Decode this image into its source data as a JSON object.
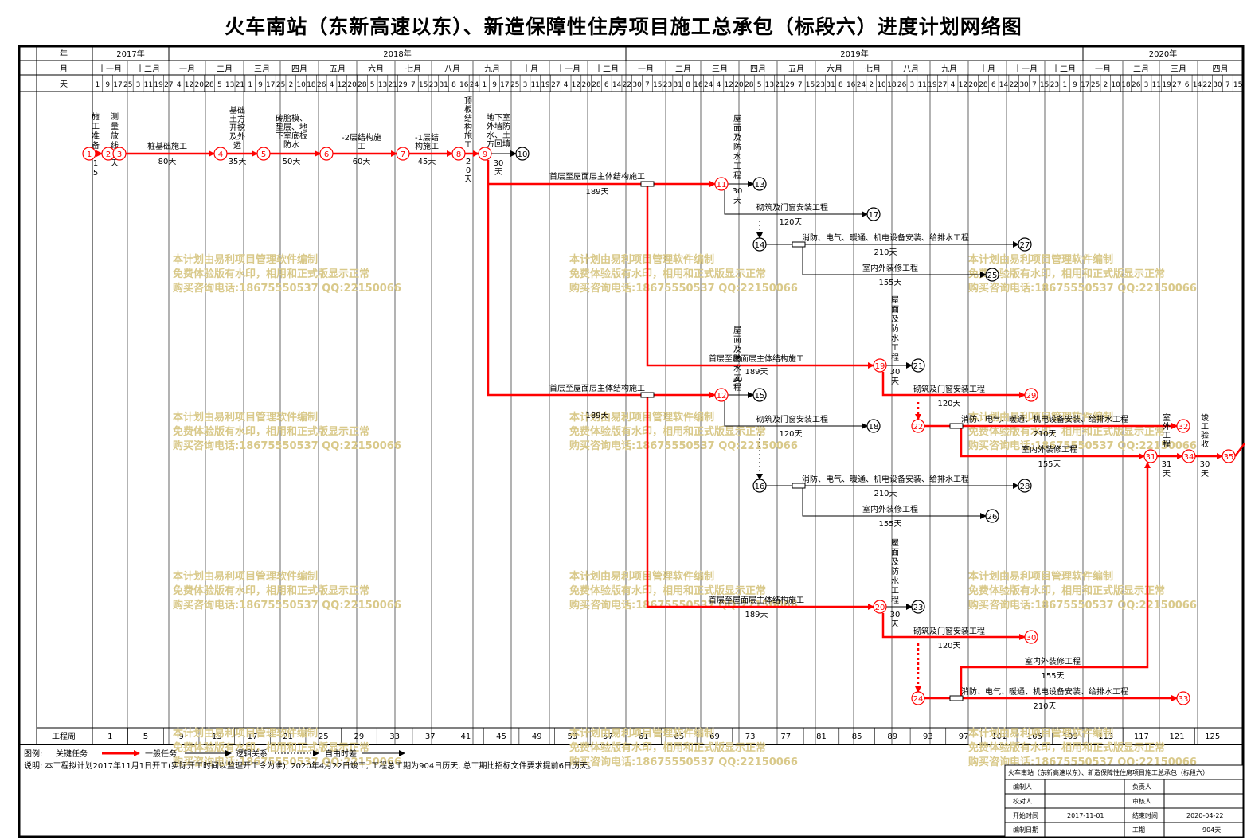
{
  "title": "火车南站（东新高速以东）、新造保障性住房项目施工总承包（标段六）进度计划网络图",
  "header": {
    "row_labels": {
      "year": "年",
      "month": "月",
      "day": "天"
    },
    "years": [
      {
        "label": "2017年",
        "start": 0,
        "end": 2
      },
      {
        "label": "2018年",
        "start": 2,
        "end": 14
      },
      {
        "label": "2019年",
        "start": 14,
        "end": 26
      },
      {
        "label": "2020年",
        "start": 26,
        "end": 30
      }
    ],
    "months": [
      "十一月",
      "十二月",
      "一月",
      "二月",
      "三月",
      "四月",
      "五月",
      "六月",
      "七月",
      "八月",
      "九月",
      "十月",
      "十一月",
      "十二月",
      "一月",
      "二月",
      "三月",
      "四月",
      "五月",
      "六月",
      "七月",
      "八月",
      "九月",
      "十月",
      "十一月",
      "十二月",
      "一月",
      "二月",
      "三月",
      "四月"
    ],
    "days": [
      "1",
      "9",
      "17",
      "25",
      "3",
      "11",
      "19",
      "27",
      "4",
      "12",
      "20",
      "28",
      "5",
      "13",
      "21",
      "1",
      "9",
      "17",
      "25",
      "2",
      "10",
      "18",
      "26",
      "4",
      "12",
      "20",
      "28",
      "5",
      "13",
      "21",
      "29",
      "7",
      "15",
      "23",
      "31",
      "8",
      "16",
      "24",
      "1",
      "9",
      "17",
      "25",
      "3",
      "11",
      "19",
      "27",
      "4",
      "12",
      "20",
      "28",
      "6",
      "14",
      "22",
      "30",
      "7",
      "15",
      "23",
      "31",
      "8",
      "16",
      "24",
      "4",
      "12",
      "20",
      "28",
      "5",
      "13",
      "21",
      "29",
      "7",
      "15",
      "23",
      "31",
      "8",
      "16",
      "24",
      "2",
      "10",
      "18",
      "26",
      "3",
      "11",
      "19",
      "27",
      "4",
      "12",
      "20",
      "28",
      "6",
      "14",
      "22",
      "30",
      "7",
      "15",
      "23",
      "1",
      "9",
      "17",
      "25",
      "2",
      "10",
      "18",
      "26",
      "3",
      "11",
      "19",
      "27",
      "6",
      "14",
      "22",
      "30",
      "7",
      "15"
    ]
  },
  "footer": {
    "week_label": "工程周",
    "weeks": [
      "1",
      "5",
      "9",
      "13",
      "17",
      "21",
      "25",
      "29",
      "33",
      "37",
      "41",
      "45",
      "49",
      "53",
      "57",
      "61",
      "65",
      "69",
      "73",
      "77",
      "81",
      "85",
      "89",
      "93",
      "97",
      "101",
      "105",
      "109",
      "113",
      "117",
      "121",
      "125"
    ],
    "legend": {
      "prefix": "图例:",
      "critical": "关键任务",
      "normal": "一般任务",
      "logic": "逻辑关系",
      "float": "自由时差"
    },
    "note": "说明: 本工程拟计划2017年11月1日开工(实际开工时间以监理开工令为准), 2020年4月22日竣工, 工程总工期为904日历天, 总工期比招标文件要求提前6日历天。"
  },
  "info_table": {
    "project": "火车南站（东新高速以东）、新造保障性住房项目施工总承包（标段六）",
    "row1": {
      "label1": "编制人",
      "label2": "负责人"
    },
    "row2": {
      "label1": "校对人",
      "label2": "审核人"
    },
    "row3": {
      "label1": "开始时间",
      "value1": "2017-11-01",
      "label2": "结束时间",
      "value2": "2020-04-22"
    },
    "row4": {
      "label1": "编制日期",
      "label2": "工期",
      "value2": "904天"
    }
  },
  "watermark": {
    "line1": "本计划由易利项目管理软件编制",
    "line2": "免费体验版有水印，相用和正式版显示正常",
    "line3": "购买咨询电话:18675550537 QQ:22150066"
  },
  "network": {
    "nodes": [
      {
        "id": "1",
        "critical": true
      },
      {
        "id": "2",
        "critical": true
      },
      {
        "id": "3",
        "critical": true
      },
      {
        "id": "4",
        "critical": true
      },
      {
        "id": "5",
        "critical": true
      },
      {
        "id": "6",
        "critical": true
      },
      {
        "id": "7",
        "critical": true
      },
      {
        "id": "8",
        "critical": true
      },
      {
        "id": "9",
        "critical": true
      },
      {
        "id": "10",
        "critical": false
      },
      {
        "id": "11",
        "critical": true
      },
      {
        "id": "12",
        "critical": true
      },
      {
        "id": "13",
        "critical": false
      },
      {
        "id": "14",
        "critical": false
      },
      {
        "id": "15",
        "critical": false
      },
      {
        "id": "16",
        "critical": false
      },
      {
        "id": "17",
        "critical": false
      },
      {
        "id": "18",
        "critical": false
      },
      {
        "id": "19",
        "critical": true
      },
      {
        "id": "20",
        "critical": true
      },
      {
        "id": "21",
        "critical": false
      },
      {
        "id": "22",
        "critical": true
      },
      {
        "id": "23",
        "critical": false
      },
      {
        "id": "24",
        "critical": true
      },
      {
        "id": "25",
        "critical": false
      },
      {
        "id": "26",
        "critical": false
      },
      {
        "id": "27",
        "critical": false
      },
      {
        "id": "28",
        "critical": false
      },
      {
        "id": "29",
        "critical": true
      },
      {
        "id": "30",
        "critical": true
      },
      {
        "id": "31",
        "critical": true
      },
      {
        "id": "32",
        "critical": true
      },
      {
        "id": "33",
        "critical": true
      },
      {
        "id": "34",
        "critical": true
      },
      {
        "id": "35",
        "critical": true
      }
    ],
    "tasks": [
      {
        "name": "桩基础施工",
        "duration": "80天"
      },
      {
        "name": "基础土方开挖及外运",
        "duration": "35天"
      },
      {
        "name": "砖胎模、垫层、地下室底板防水",
        "duration": "50天"
      },
      {
        "name": "-2层结构施工",
        "duration": "60天"
      },
      {
        "name": "-1层结构施工",
        "duration": "45天"
      },
      {
        "name": "首层至屋面层主体结构施工",
        "duration": "189天"
      },
      {
        "name": "首层至屋面层主体结构施工",
        "duration": "189天"
      },
      {
        "name": "首层至屋面层主体结构施工",
        "duration": "189天"
      },
      {
        "name": "首层至屋面层主体结构施工",
        "duration": "189天"
      },
      {
        "name": "砌筑及门窗安装工程",
        "duration": "120天"
      },
      {
        "name": "砌筑及门窗安装工程",
        "duration": "120天"
      },
      {
        "name": "砌筑及门窗安装工程",
        "duration": "120天"
      },
      {
        "name": "砌筑及门窗安装工程",
        "duration": "120天"
      },
      {
        "name": "消防、电气、暖通、机电设备安装、给排水工程",
        "duration": "210天"
      },
      {
        "name": "消防、电气、暖通、机电设备安装、给排水工程",
        "duration": "210天"
      },
      {
        "name": "消防、电气、暖通、机电设备安装、给排水工程",
        "duration": "210天"
      },
      {
        "name": "消防、电气、暖通、机电设备安装、给排水工程",
        "duration": "210天"
      },
      {
        "name": "室内外装修工程",
        "duration": "155天"
      },
      {
        "name": "室内外装修工程",
        "duration": "155天"
      },
      {
        "name": "室内外装修工程",
        "duration": "155天"
      },
      {
        "name": "室内外装修工程",
        "duration": "155天"
      }
    ],
    "vtasks": [
      {
        "name": "施工准备",
        "duration": "15"
      },
      {
        "name": "测量放线",
        "duration": "3天"
      },
      {
        "name": "顶板结构施工",
        "duration": "20天"
      },
      {
        "name": "地下室外墙防水、土方回填",
        "duration": "30天"
      },
      {
        "name": "屋面及防水工程",
        "duration": "30天"
      },
      {
        "name": "屋面及防水工程",
        "duration": "30天"
      },
      {
        "name": "屋面及防水工程",
        "duration": "30天"
      },
      {
        "name": "屋面及防水工程",
        "duration": "30天"
      },
      {
        "name": "室外工程",
        "duration": "31天"
      },
      {
        "name": "竣工验收",
        "duration": "30天"
      }
    ]
  }
}
